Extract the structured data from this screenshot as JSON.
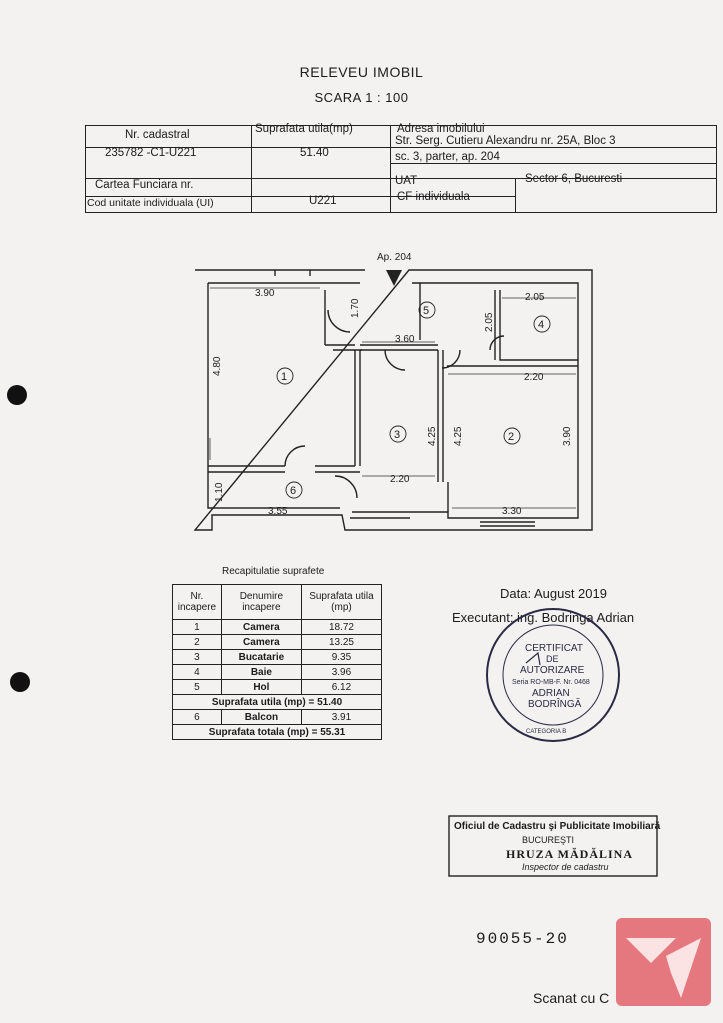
{
  "title": "RELEVEU IMOBIL",
  "scale": "SCARA  1 : 100",
  "header": {
    "nr_cadastral_label": "Nr. cadastral",
    "nr_cadastral": "235782 -C1-U221",
    "suprafata_label": "Suprafata utila(mp)",
    "suprafata": "51.40",
    "adresa_label": "Adresa imobilului",
    "adresa_l1": "Str. Serg. Cutieru Alexandru nr. 25A, Bloc 3",
    "adresa_l2": "sc. 3, parter, ap. 204",
    "cf_label": "Cartea Funciara nr.",
    "uat_label": "UAT",
    "uat": "Sector 6, Bucuresti",
    "ui_label": "Cod unitate individuala (UI)",
    "ui": "U221",
    "cf": "CF individuala"
  },
  "plan": {
    "apartment": "Ap. 204",
    "rooms": [
      "1",
      "2",
      "3",
      "4",
      "5",
      "6"
    ],
    "dims": {
      "d390": "3.90",
      "d170": "1.70",
      "d205a": "2.05",
      "d205b": "2.05",
      "d360": "3.60",
      "d480": "4.80",
      "d220a": "2.20",
      "d425a": "4.25",
      "d425b": "4.25",
      "d390b": "3.90",
      "d220b": "2.20",
      "d110": "1.10",
      "d355": "3.55",
      "d330": "3.30"
    }
  },
  "recap": {
    "title": "Recapitulatie suprafete",
    "col_nr": "Nr. incapere",
    "col_den": "Denumire incapere",
    "col_sup": "Suprafata utila (mp)",
    "rows": [
      {
        "nr": "1",
        "den": "Camera",
        "sup": "18.72"
      },
      {
        "nr": "2",
        "den": "Camera",
        "sup": "13.25"
      },
      {
        "nr": "3",
        "den": "Bucatarie",
        "sup": "9.35"
      },
      {
        "nr": "4",
        "den": "Baie",
        "sup": "3.96"
      },
      {
        "nr": "5",
        "den": "Hol",
        "sup": "6.12"
      }
    ],
    "utila": "Suprafata utila (mp) = 51.40",
    "balcon": {
      "nr": "6",
      "den": "Balcon",
      "sup": "3.91"
    },
    "totala": "Suprafata totala (mp) = 55.31"
  },
  "date": "Data: August 2019",
  "executant": "Executant: ing. Bodringa  Adrian",
  "stamp": {
    "l1": "CERTIFICAT",
    "l2": "DE",
    "l3": "AUTORIZARE",
    "l4": "Seria RO-MB-F. Nr. 0468",
    "l5": "ADRIAN",
    "l6": "BODRÎNGĂ",
    "l7": "CATEGORIA B"
  },
  "ocpi": {
    "l1": "Oficiul de Cadastru şi Publicitate Imobiliară",
    "l2": "BUCUREŞTI",
    "l3": "HRUZA MĂDĂLINA",
    "l4": "Inspector de cadastru"
  },
  "handwritten": "90055-20",
  "footer": "Scanat cu C",
  "colors": {
    "logo": "#e5777f",
    "ink": "#1b1b1d",
    "stamp_ink": "#2a2a45"
  }
}
